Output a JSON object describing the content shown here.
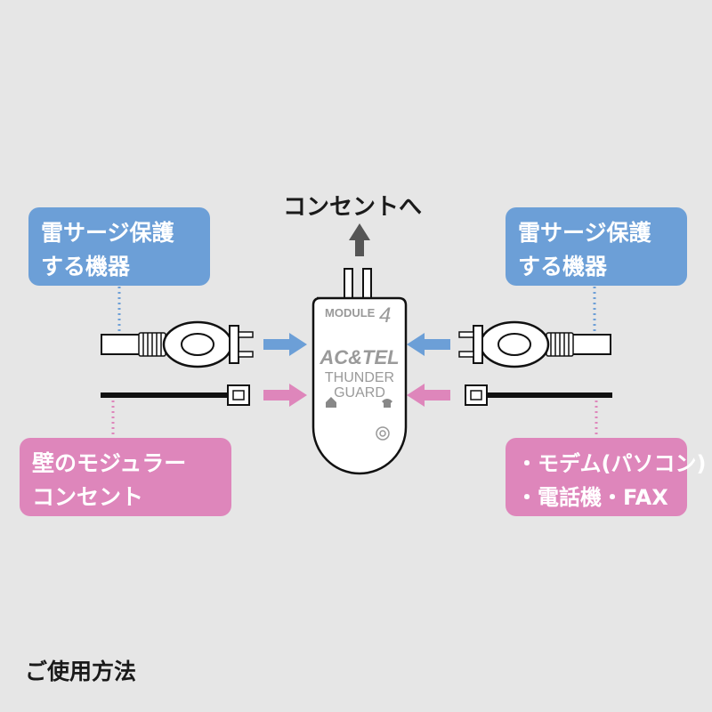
{
  "top_label": "コンセントへ",
  "device": {
    "module_text": "MODULE",
    "module_number": "4",
    "brand_line1": "AC&TEL",
    "brand_line2": "THUNDER",
    "brand_line3": "GUARD"
  },
  "callouts": {
    "top_left": {
      "line1": "雷サージ保護",
      "line2": "する機器"
    },
    "top_right": {
      "line1": "雷サージ保護",
      "line2": "する機器"
    },
    "bottom_left": {
      "line1": "壁のモジュラー",
      "line2": "コンセント"
    },
    "bottom_right": {
      "line1": "・モデム(パソコン)",
      "line2": "・電話機・FAX"
    }
  },
  "usage_title": "ご使用方法",
  "colors": {
    "background": "#e6e6e6",
    "blue": "#6c9fd7",
    "pink": "#de86bb",
    "dark_arrow": "#555555",
    "cable": "#111111"
  }
}
